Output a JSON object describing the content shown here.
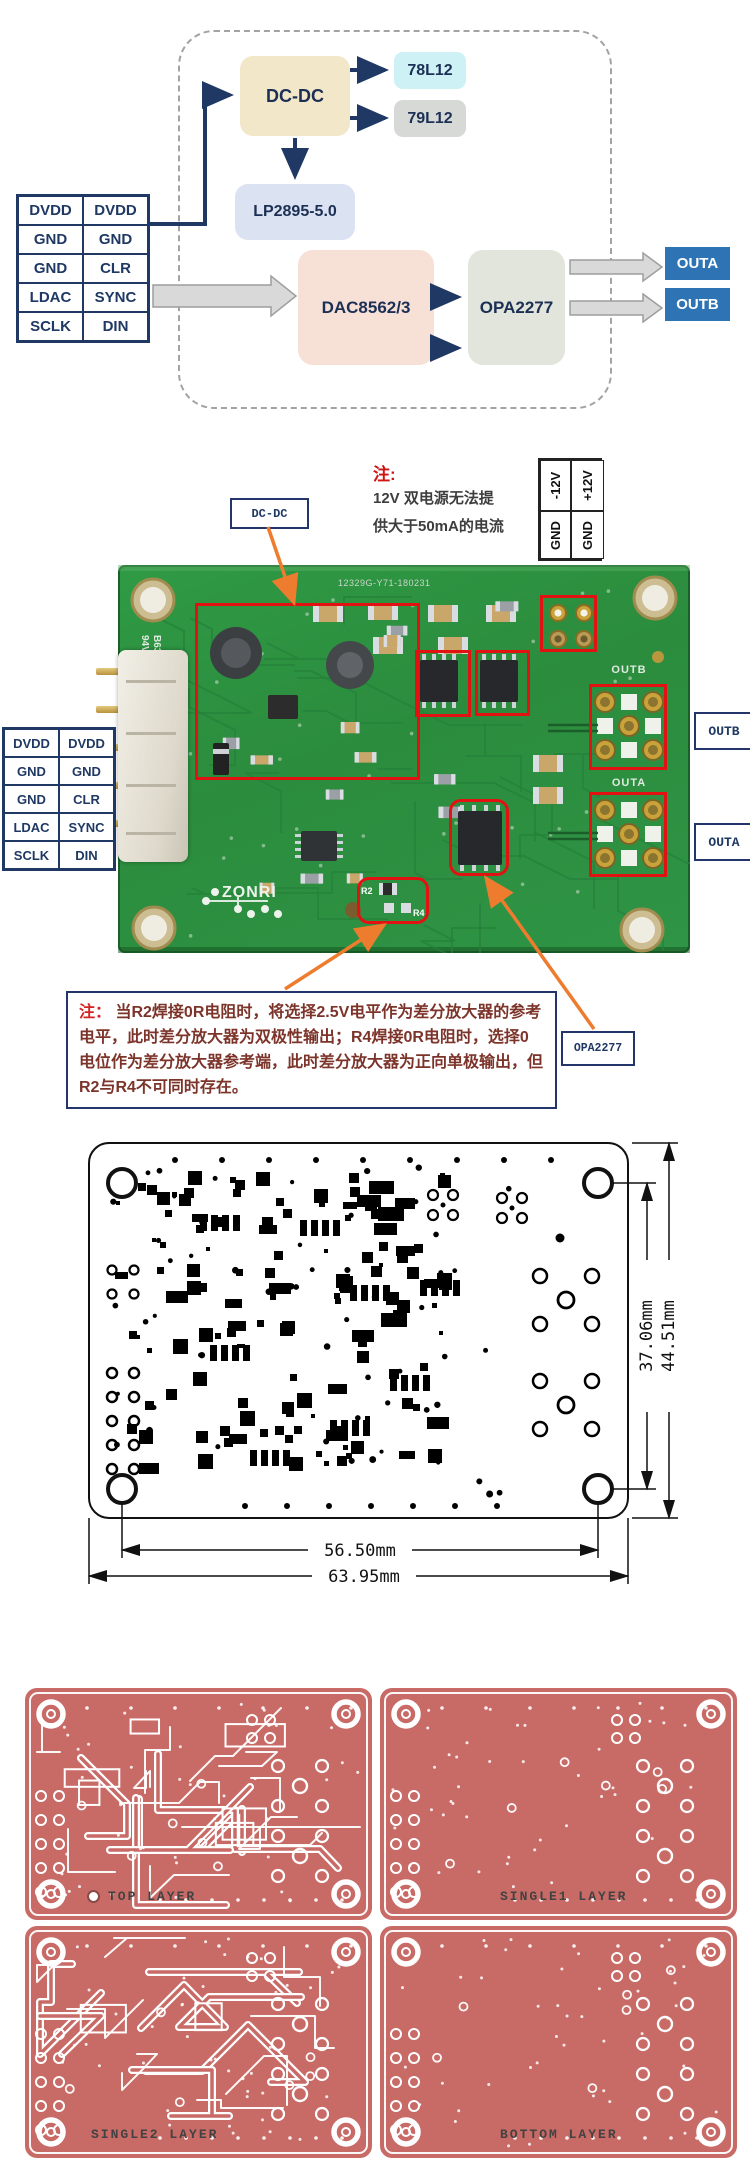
{
  "diagram": {
    "pin_table": [
      [
        "DVDD",
        "DVDD"
      ],
      [
        "GND",
        "GND"
      ],
      [
        "GND",
        "CLR"
      ],
      [
        "LDAC",
        "SYNC"
      ],
      [
        "SCLK",
        "DIN"
      ]
    ],
    "dcdc": "DC-DC",
    "reg_pos": "78L12",
    "reg_neg": "79L12",
    "ldo": "LP2895-5.0",
    "dac": "DAC8562/3",
    "opamp": "OPA2277",
    "outa": "OUTA",
    "outb": "OUTB"
  },
  "photo": {
    "dcdc_callout": "DC-DC",
    "note_title": "注:",
    "note_line1": "12V 双电源无法提",
    "note_line2": "供大于50mA的电流",
    "power_table": [
      [
        "-12V",
        "+12V"
      ],
      [
        "GND",
        "GND"
      ]
    ],
    "pin_table": [
      [
        "DVDD",
        "DVDD"
      ],
      [
        "GND",
        "GND"
      ],
      [
        "GND",
        "CLR"
      ],
      [
        "LDAC",
        "SYNC"
      ],
      [
        "SCLK",
        "DIN"
      ]
    ],
    "board_id": "12329G-Y71-180231",
    "ul_marking_1": "94V-0",
    "ul_marking_2": "B633C",
    "logo": "ZONRI",
    "silk_outb": "OUTB",
    "silk_outa": "OUTA",
    "label_outb": "OUTB",
    "label_outa": "OUTA",
    "r2": "R2",
    "r4": "R4",
    "opamp_callout": "OPA2277",
    "note2_title": "注：",
    "note2_text": "当R2焊接0R电阻时，将选择2.5V电平作为差分放大器的参考电平，此时差分放大器为双极性输出；R4焊接0R电阻时，选择0电位作为差分放大器参考端，此时差分放大器为正向单极输出，但R2与R4不可同时存在。"
  },
  "dimension_drawing": {
    "hole_span_height": "37.06mm",
    "board_height": "44.51mm",
    "hole_span_width": "56.50mm",
    "board_width": "63.95mm"
  },
  "layers": [
    {
      "label": "TOP LAYER"
    },
    {
      "label": "SINGLE1 LAYER"
    },
    {
      "label": "SINGLE2 LAYER"
    },
    {
      "label": "BOTTOM LAYER"
    }
  ],
  "colors": {
    "accent_navy": "#1f3864",
    "annotation_red": "#e31212",
    "callout_orange": "#ed7c2f",
    "pcb_green": "#2f9043",
    "copper_red": "#c86a66",
    "output_blue": "#2e74b5"
  }
}
